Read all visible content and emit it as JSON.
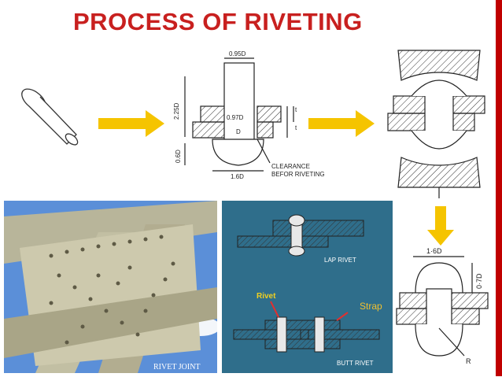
{
  "title": "PROCESS OF RIVETING",
  "accent_color": "#c8201f",
  "arrow_color": "#f5c400",
  "diagram1": {
    "dim_top": "0.95D",
    "dim_height": "2.25D",
    "dim_mid": "0.97D",
    "dim_shank": "D",
    "dim_head": "0.6D",
    "dim_base": "1.6D",
    "dim_t1": "t",
    "dim_t2": "t",
    "clearance": "CLEARANCE",
    "before": "BEFOR RIVETING"
  },
  "diagram3": {
    "dim_width": "1·6D",
    "dim_height": "0·7D",
    "radius": "R"
  },
  "photo": {
    "label": "RIVET JOINT"
  },
  "panel": {
    "lap": "LAP RIVET",
    "rivet": "Rivet",
    "strap": "Strap",
    "butt": "BUTT RIVET",
    "bg": "#2f6e8b"
  }
}
